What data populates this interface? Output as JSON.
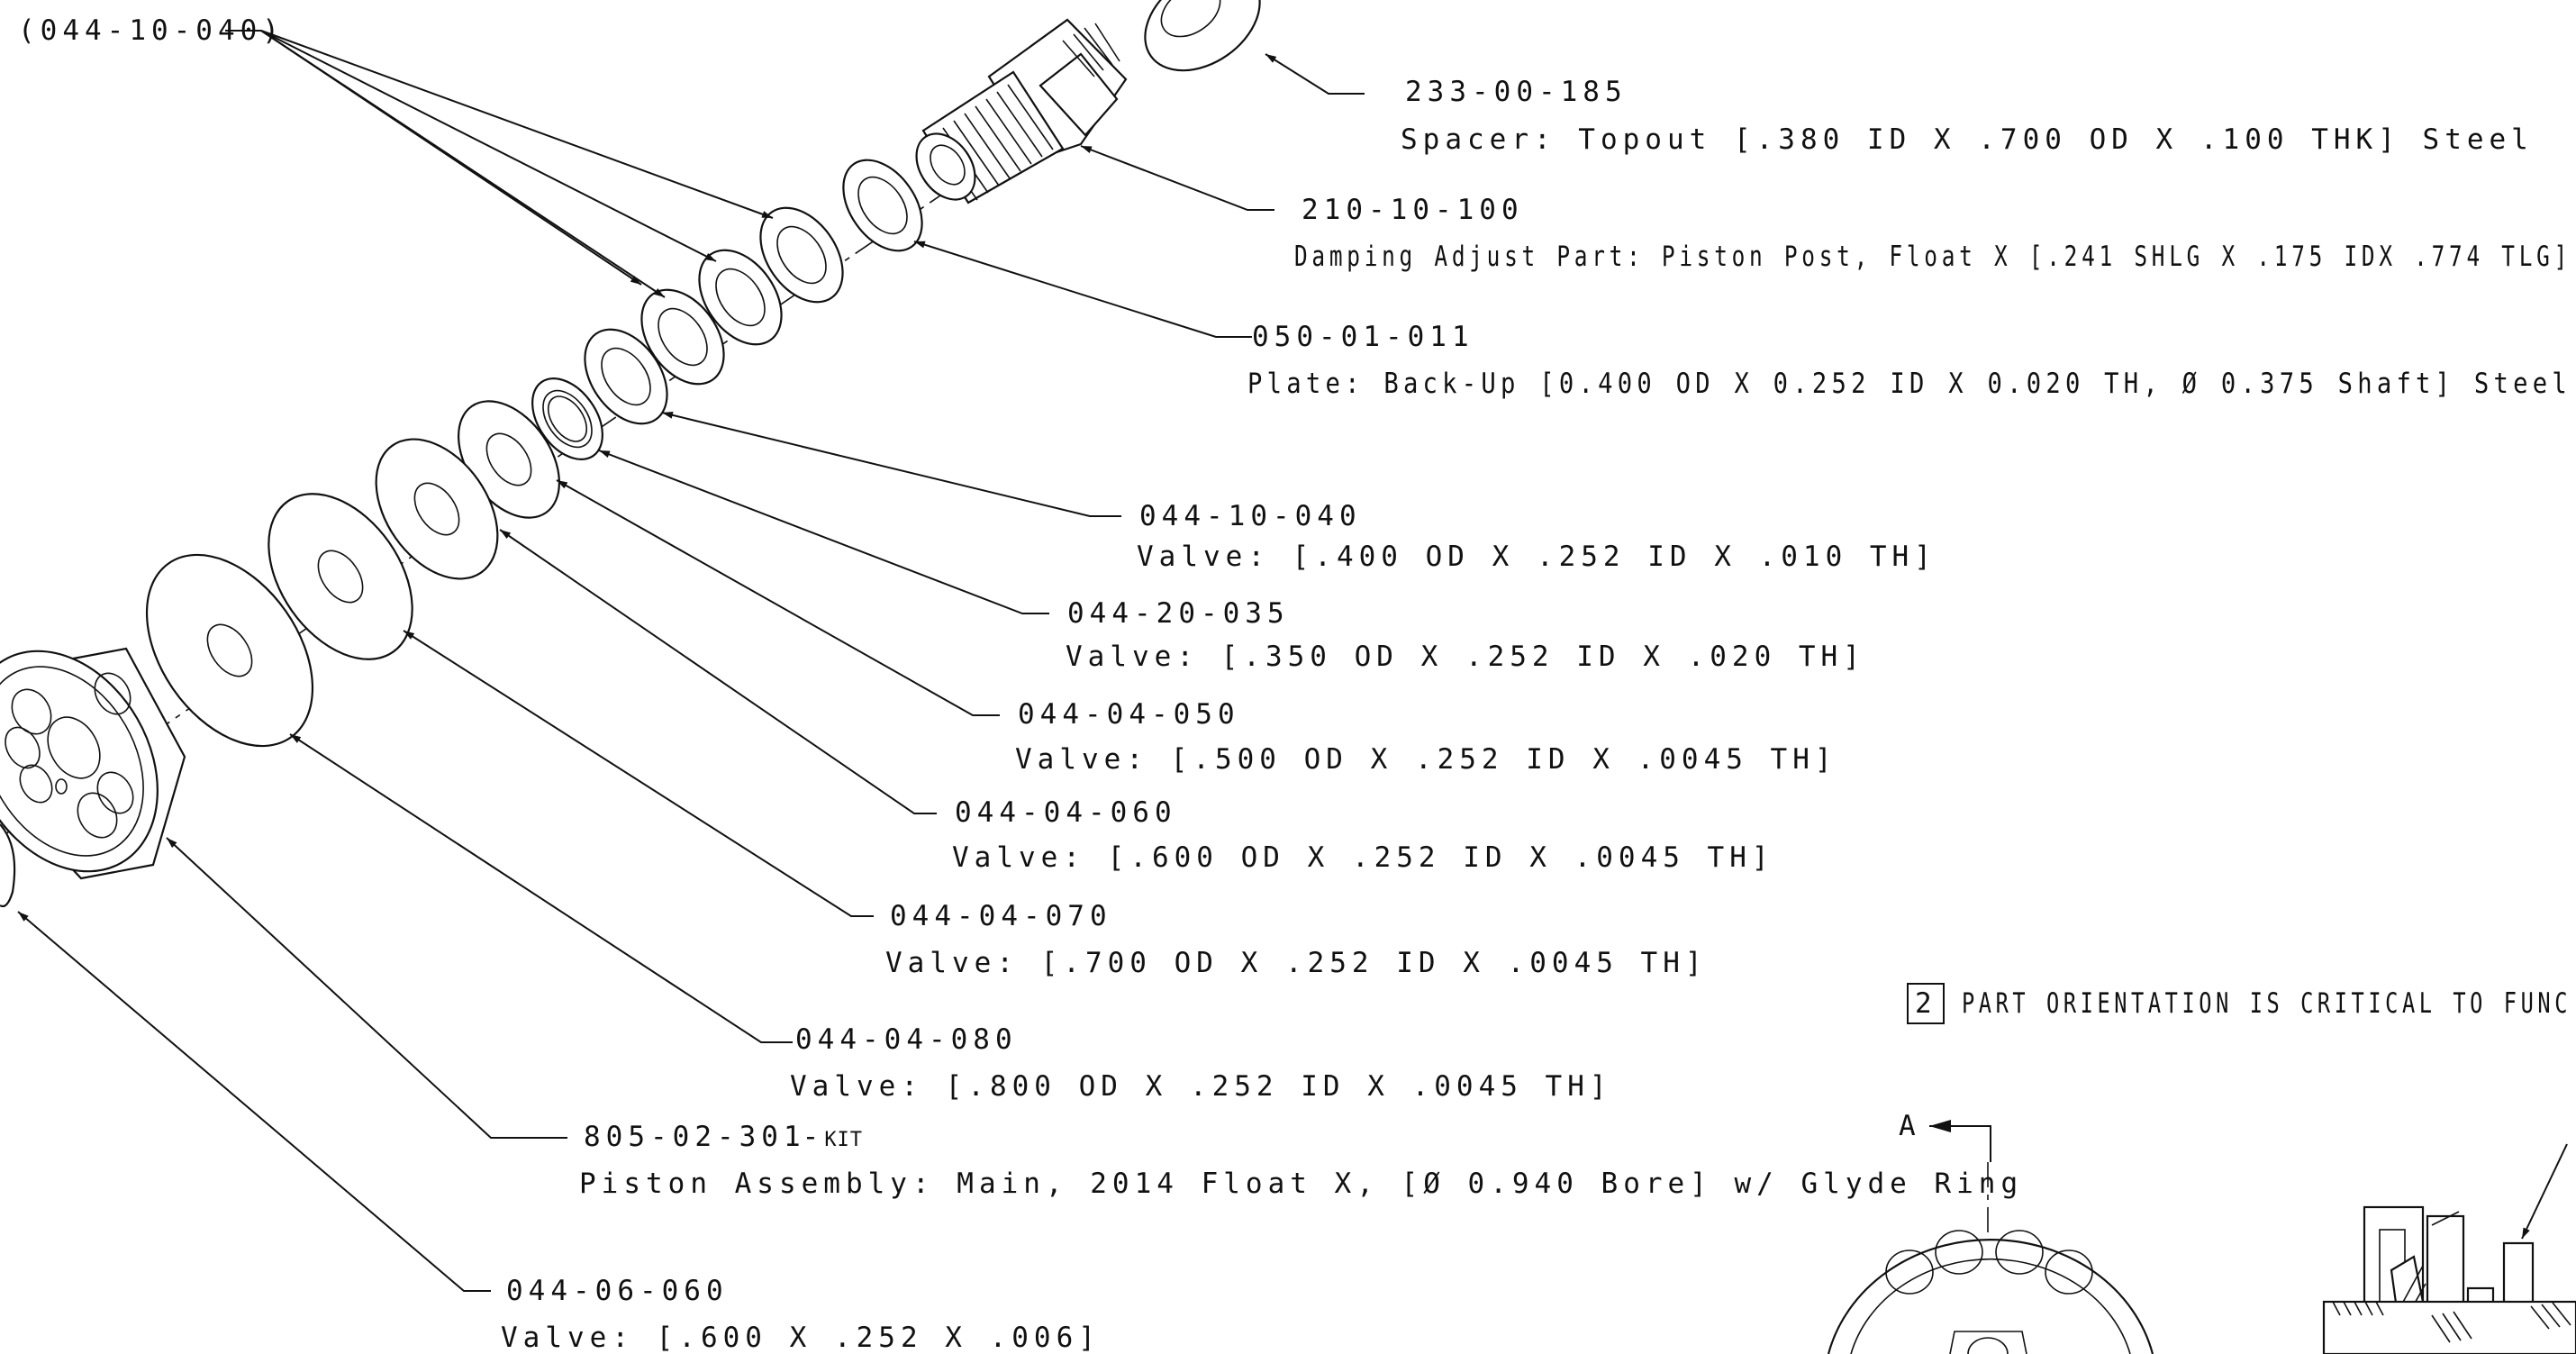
{
  "callouts": [
    {
      "number": "233-00-185",
      "description": "Spacer: Topout [.380 ID X .700 OD X .100 THK] Steel"
    },
    {
      "number": "210-10-100",
      "description": "Damping Adjust Part: Piston Post, Float X [.241 SHLG X .175 IDX .774 TLG]"
    },
    {
      "number": "050-01-011",
      "description": "Plate: Back-Up [0.400 OD X 0.252 ID X 0.020 TH, Ø 0.375 Shaft] Steel"
    },
    {
      "number": "044-10-040",
      "description": "Valve: [.400 OD X .252 ID X .010 TH]"
    },
    {
      "number": "044-20-035",
      "description": "Valve: [.350 OD X .252 ID X .020 TH]"
    },
    {
      "number": "044-04-050",
      "description": "Valve: [.500 OD X .252 ID X .0045 TH]"
    },
    {
      "number": "044-04-060",
      "description": "Valve: [.600 OD X .252 ID X .0045 TH]"
    },
    {
      "number": "044-04-070",
      "description": "Valve: [.700 OD X .252 ID X .0045 TH]"
    },
    {
      "number": "044-04-080",
      "description": "Valve: [.800 OD X .252 ID X .0045 TH]"
    },
    {
      "number": "805-02-301",
      "suffix": "KIT",
      "description": "Piston Assembly: Main, 2014 Float X, [Ø 0.940 Bore] w/ Glyde Ring"
    },
    {
      "number": "044-06-060",
      "description": "Valve: [.600 X .252 X .006]"
    }
  ],
  "group_label": "(044-10-040)",
  "note": {
    "number": "2",
    "text": "PART ORIENTATION IS CRITICAL TO FUNC"
  },
  "section_label": "A"
}
